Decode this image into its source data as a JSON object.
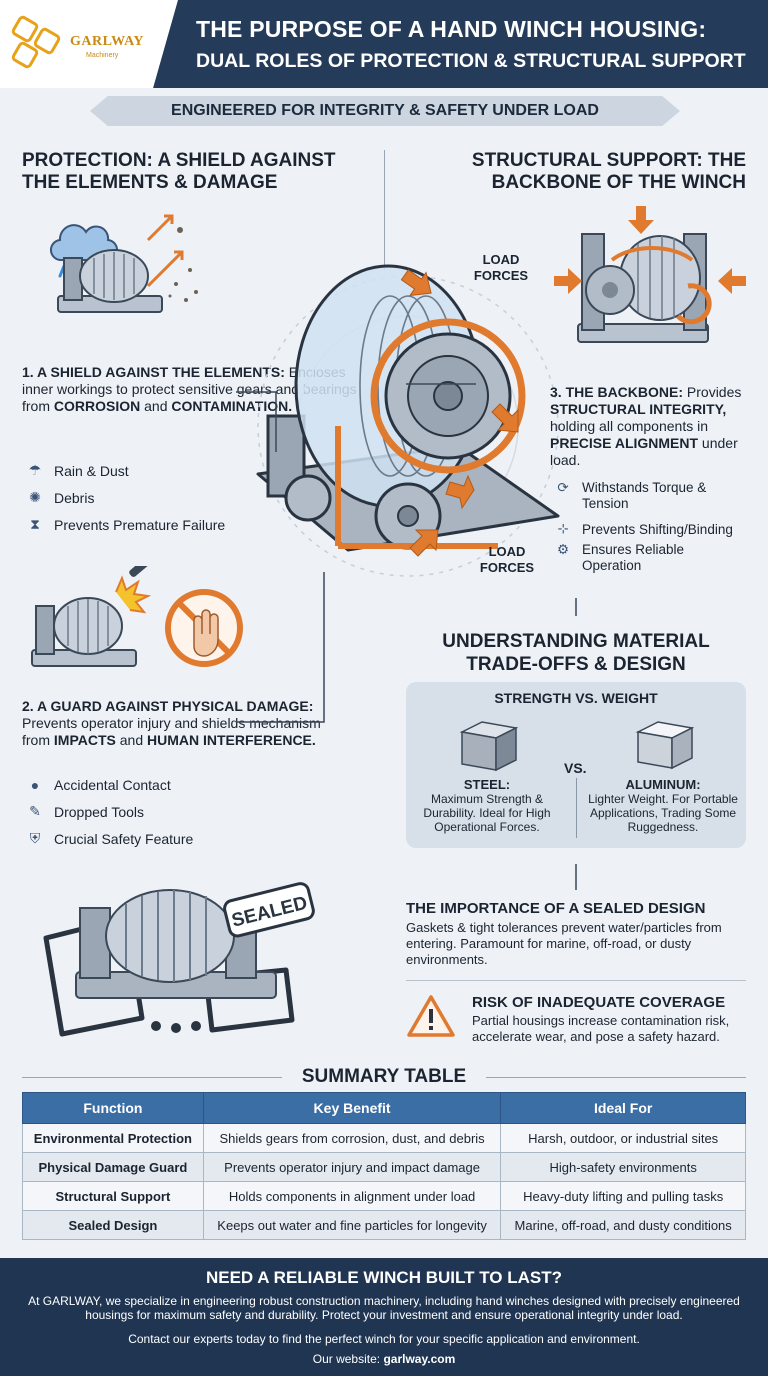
{
  "brand": {
    "name": "GARLWAY",
    "tagline": "Machinery"
  },
  "header": {
    "title_line1": "THE PURPOSE OF A HAND WINCH HOUSING:",
    "title_line2": "DUAL ROLES OF PROTECTION & STRUCTURAL SUPPORT",
    "banner": "ENGINEERED FOR INTEGRITY & SAFETY UNDER LOAD"
  },
  "protection": {
    "title": "PROTECTION: A SHIELD AGAINST THE ELEMENTS & DAMAGE",
    "item1": {
      "lead": "1. A SHIELD AGAINST THE ELEMENTS:",
      "text_a": " Encloses inner workings to protect sensitive gears and bearings from ",
      "kw1": "CORROSION",
      "text_b": " and ",
      "kw2": "CONTAMINATION.",
      "bullets": [
        "Rain & Dust",
        "Debris",
        "Prevents Premature Failure"
      ]
    },
    "item2": {
      "lead": "2. A GUARD AGAINST PHYSICAL DAMAGE:",
      "text_a": " Prevents operator injury and shields mechanism from ",
      "kw1": "IMPACTS",
      "text_b": " and ",
      "kw2": "HUMAN INTERFERENCE.",
      "bullets": [
        "Accidental Contact",
        "Dropped Tools",
        "Crucial Safety Feature"
      ]
    }
  },
  "structural": {
    "title": "STRUCTURAL SUPPORT: THE BACKBONE OF THE WINCH",
    "item3": {
      "lead": "3. THE BACKBONE:",
      "text_a": " Provides ",
      "kw1": "STRUCTURAL INTEGRITY,",
      "text_b": " holding all components in ",
      "kw2": "PRECISE ALIGNMENT",
      "text_c": " under load.",
      "bullets": [
        "Withstands Torque & Tension",
        "Prevents Shifting/Binding",
        "Ensures Reliable Operation"
      ]
    }
  },
  "diagram": {
    "load_forces_top": "LOAD FORCES",
    "load_forces_bottom": "LOAD FORCES",
    "sealed_stamp": "SEALED"
  },
  "material": {
    "title": "UNDERSTANDING MATERIAL TRADE-OFFS & DESIGN",
    "subtitle": "STRENGTH VS. WEIGHT",
    "vs": "VS.",
    "steel_name": "STEEL:",
    "steel_text": "Maximum Strength & Durability. Ideal for High Operational Forces.",
    "aluminum_name": "ALUMINUM:",
    "aluminum_text": "Lighter Weight. For Portable Applications, Trading Some Ruggedness."
  },
  "sealed": {
    "title": "THE IMPORTANCE OF A SEALED DESIGN",
    "text": "Gaskets & tight tolerances prevent water/particles from entering. Paramount for marine, off-road, or dusty environments."
  },
  "risk": {
    "title": "RISK OF INADEQUATE COVERAGE",
    "text": "Partial housings increase contamination risk, accelerate wear, and pose a safety hazard."
  },
  "summary": {
    "title": "SUMMARY TABLE",
    "headers": [
      "Function",
      "Key Benefit",
      "Ideal For"
    ],
    "rows": [
      [
        "Environmental Protection",
        "Shields gears from corrosion, dust, and debris",
        "Harsh, outdoor, or industrial sites"
      ],
      [
        "Physical Damage Guard",
        "Prevents operator injury and impact damage",
        "High-safety environments"
      ],
      [
        "Structural Support",
        "Holds components in alignment under load",
        "Heavy-duty lifting and pulling tasks"
      ],
      [
        "Sealed Design",
        "Keeps out water and fine particles for longevity",
        "Marine, off-road, and dusty conditions"
      ]
    ]
  },
  "footer": {
    "title": "NEED A RELIABLE WINCH BUILT TO LAST?",
    "text": "At GARLWAY, we specialize in engineering robust construction machinery, including hand winches designed with precisely engineered housings for maximum safety and durability. Protect your investment and ensure operational integrity under load.",
    "contact": "Contact our experts today to find the perfect winch for your specific application and environment.",
    "web_label": "Our website: ",
    "web_url": "garlway.com"
  },
  "colors": {
    "navy": "#243b5a",
    "accent_orange": "#e07a2e",
    "table_header": "#3c6ea6",
    "gold": "#e8a21a"
  }
}
